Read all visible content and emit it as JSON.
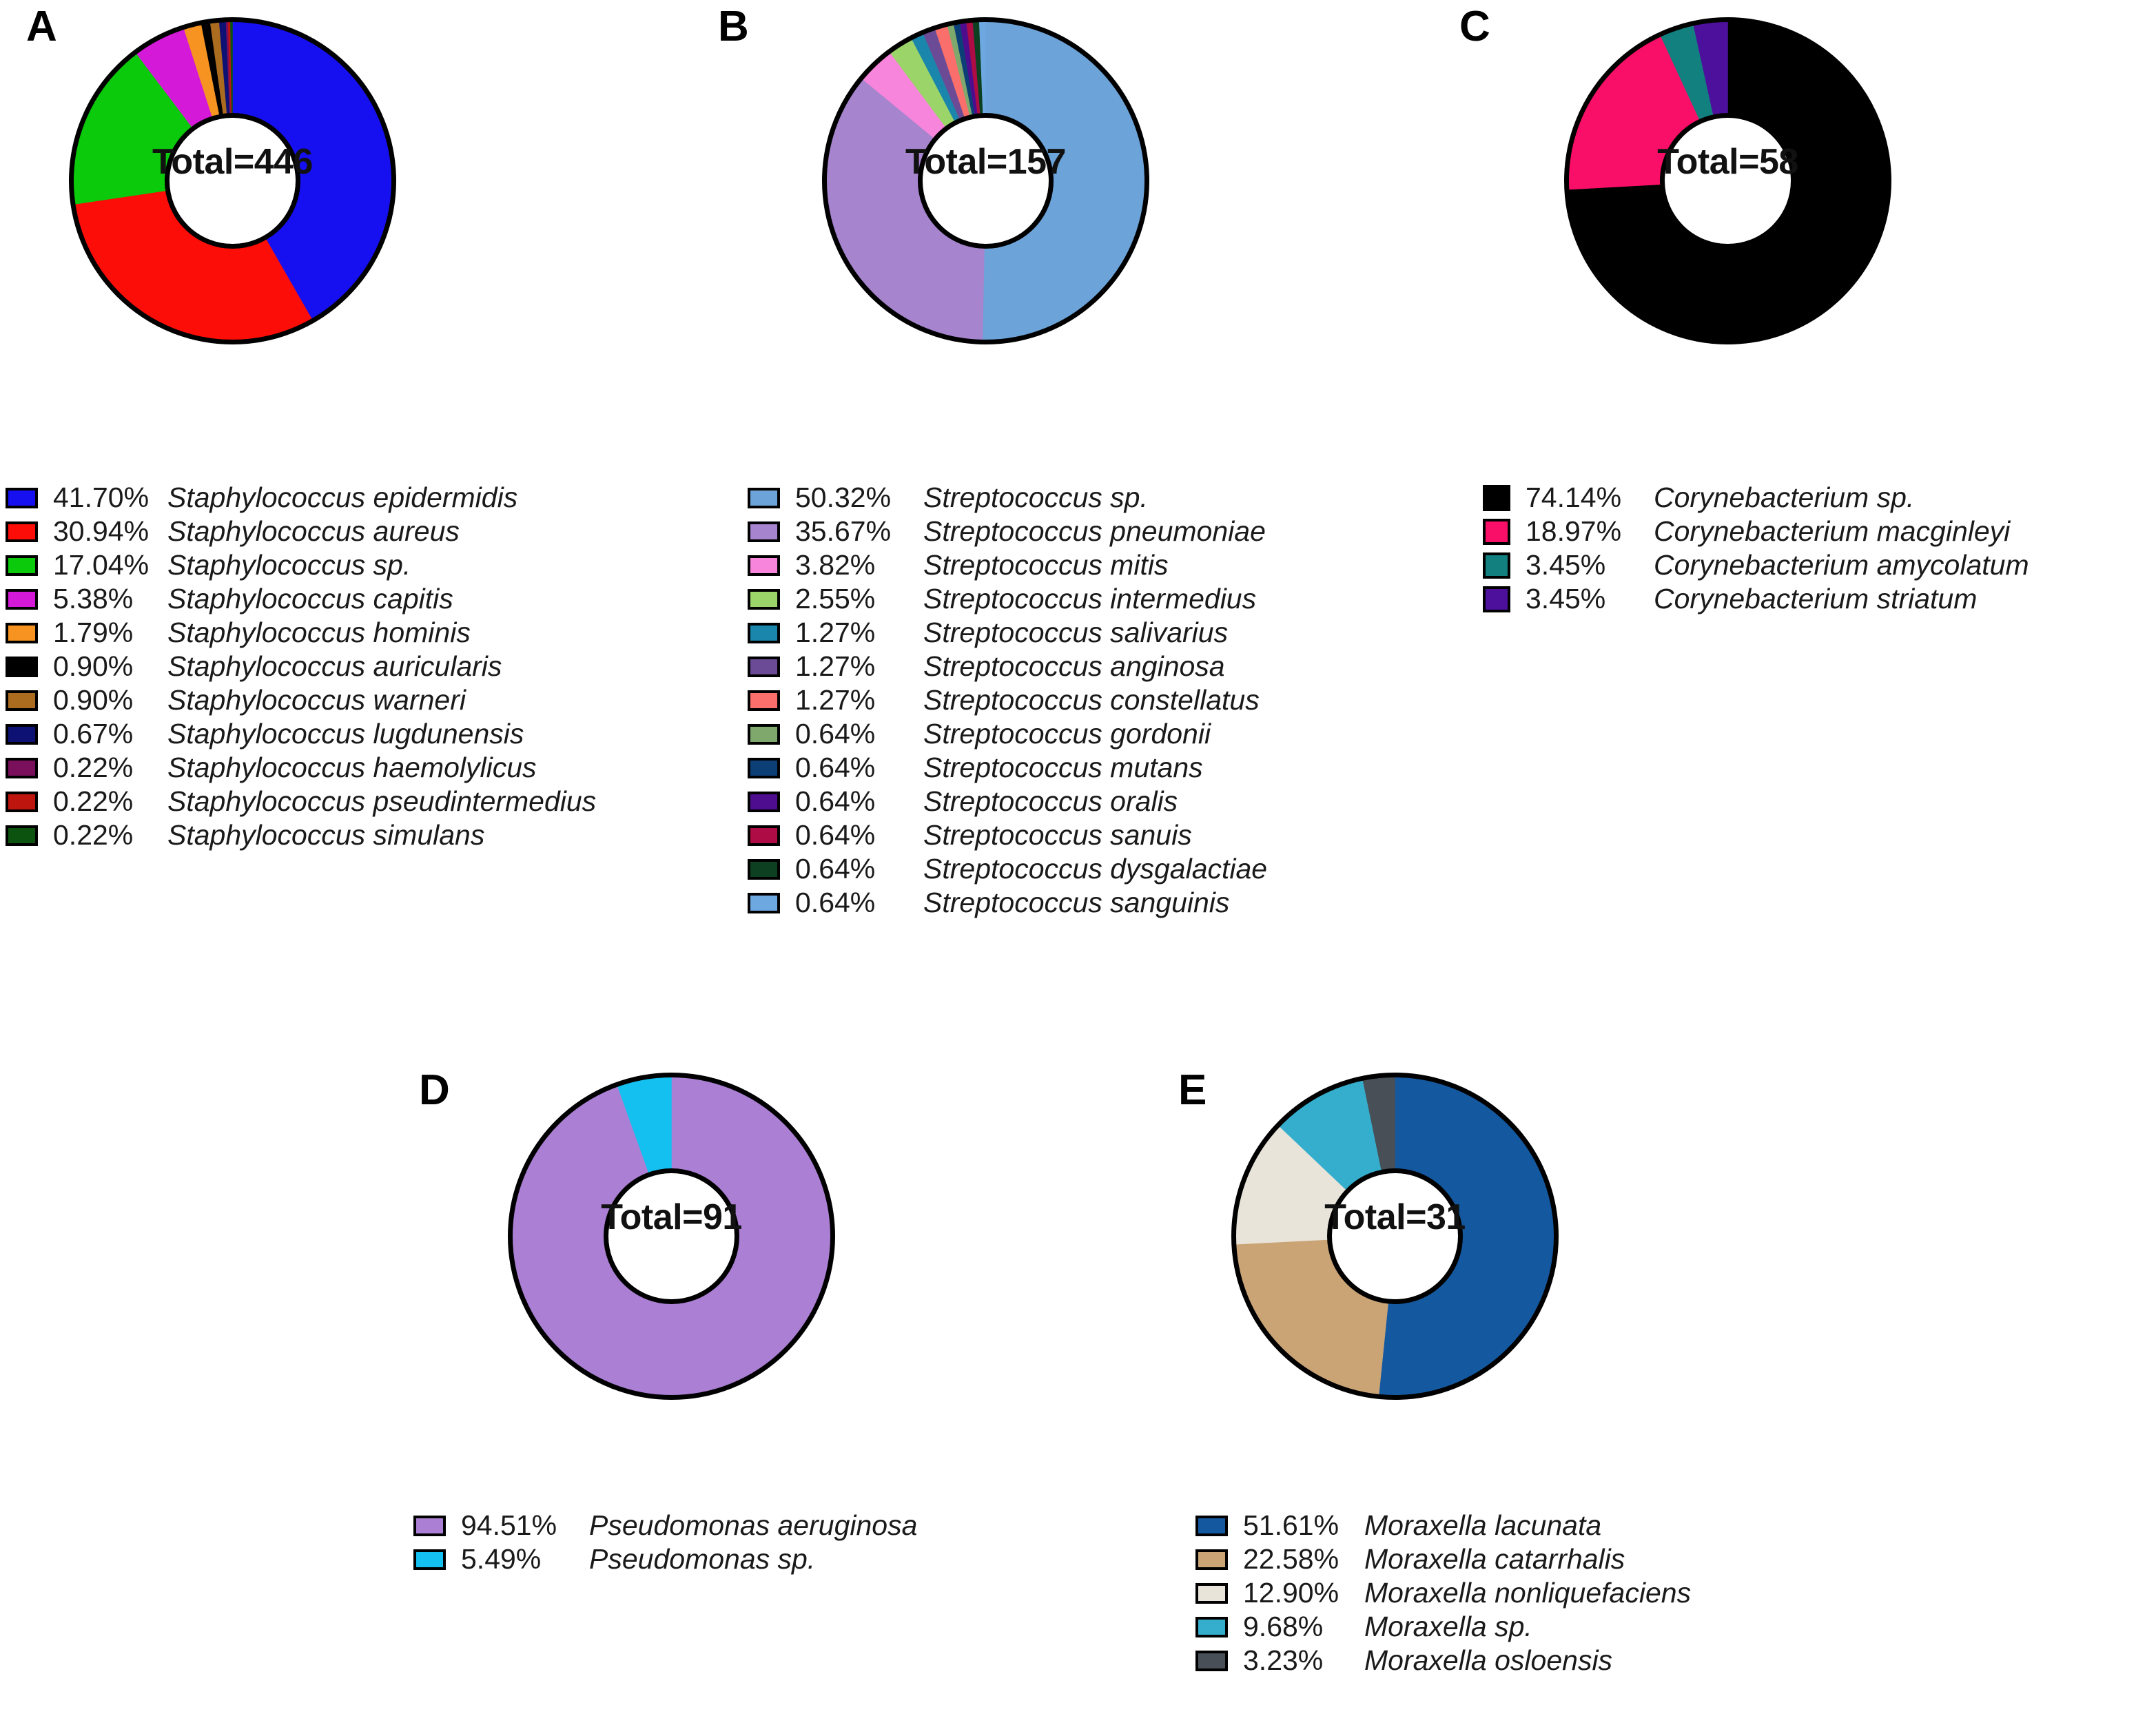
{
  "figure": {
    "background": "#ffffff",
    "donut_outline": "#000000",
    "donut_hole_fill": "#ffffff"
  },
  "chart_data": [
    {
      "id": "A",
      "type": "pie",
      "panel_label": "A",
      "center_label": "Total=446",
      "total": 446,
      "title": "",
      "legend_position": "below",
      "categories": [
        "Staphylococcus epidermidis",
        "Staphylococcus aureus",
        "Staphylococcus sp.",
        "Staphylococcus capitis",
        "Staphylococcus hominis",
        "Staphylococcus auricularis",
        "Staphylococcus warneri",
        "Staphylococcus lugdunensis",
        "Staphylococcus haemolylicus",
        "Staphylococcus pseudintermedius",
        "Staphylococcus simulans"
      ],
      "values": [
        41.7,
        30.94,
        17.04,
        5.38,
        1.79,
        0.9,
        0.9,
        0.67,
        0.22,
        0.22,
        0.22
      ],
      "percent_labels": [
        "41.70%",
        "30.94%",
        "17.04%",
        "5.38%",
        "1.79%",
        "0.90%",
        "0.90%",
        "0.67%",
        "0.22%",
        "0.22%",
        "0.22%"
      ],
      "colors": [
        "#1610f0",
        "#fc0d08",
        "#0bc90b",
        "#d41ad8",
        "#f79320",
        "#000000",
        "#ac6c20",
        "#0d1173",
        "#7a0f5c",
        "#bf150f",
        "#0d5310"
      ]
    },
    {
      "id": "B",
      "type": "pie",
      "panel_label": "B",
      "center_label": "Total=157",
      "total": 157,
      "title": "",
      "legend_position": "below",
      "categories": [
        "Streptococcus sp.",
        "Streptococcus pneumoniae",
        "Streptococcus mitis",
        "Streptococcus intermedius",
        "Streptococcus salivarius",
        "Streptococcus anginosa",
        "Streptococcus constellatus",
        "Streptococcus gordonii",
        "Streptococcus mutans",
        "Streptococcus oralis",
        "Streptococcus sanuis",
        "Streptococcus dysgalactiae",
        "Streptococcus sanguinis"
      ],
      "values": [
        50.32,
        35.67,
        3.82,
        2.55,
        1.27,
        1.27,
        1.27,
        0.64,
        0.64,
        0.64,
        0.64,
        0.64,
        0.64
      ],
      "percent_labels": [
        "50.32%",
        "35.67%",
        "3.82%",
        "2.55%",
        "1.27%",
        "1.27%",
        "1.27%",
        "0.64%",
        "0.64%",
        "0.64%",
        "0.64%",
        "0.64%",
        "0.64%"
      ],
      "colors": [
        "#6ca3d8",
        "#a684ce",
        "#f785db",
        "#9bd468",
        "#1a86ab",
        "#6b4b96",
        "#fa6f6b",
        "#7fa96c",
        "#0d3f77",
        "#4e0d8f",
        "#ad0c45",
        "#0c4021",
        "#6ea8e0"
      ]
    },
    {
      "id": "C",
      "type": "pie",
      "panel_label": "C",
      "center_label": "Total=58",
      "total": 58,
      "title": "",
      "legend_position": "below",
      "categories": [
        "Corynebacterium sp.",
        "Corynebacterium macginleyi",
        "Corynebacterium amycolatum",
        "Corynebacterium striatum"
      ],
      "values": [
        74.14,
        18.97,
        3.45,
        3.45
      ],
      "percent_labels": [
        "74.14%",
        "18.97%",
        "3.45%",
        "3.45%"
      ],
      "colors": [
        "#000000",
        "#fa0f68",
        "#12807e",
        "#4d109c"
      ]
    },
    {
      "id": "D",
      "type": "pie",
      "panel_label": "D",
      "center_label": "Total=91",
      "total": 91,
      "title": "",
      "legend_position": "below",
      "categories": [
        "Pseudomonas aeruginosa",
        "Pseudomonas  sp."
      ],
      "values": [
        94.51,
        5.49
      ],
      "percent_labels": [
        "94.51%",
        "5.49%"
      ],
      "colors": [
        "#ab80d4",
        "#14c0ef"
      ]
    },
    {
      "id": "E",
      "type": "pie",
      "panel_label": "E",
      "center_label": "Total=31",
      "total": 31,
      "title": "",
      "legend_position": "below",
      "categories": [
        "Moraxella lacunata",
        "Moraxella catarrhalis",
        "Moraxella nonliquefaciens",
        "Moraxella sp.",
        "Moraxella osloensis"
      ],
      "values": [
        51.61,
        22.58,
        12.9,
        9.68,
        3.23
      ],
      "percent_labels": [
        "51.61%",
        "22.58%",
        "12.90%",
        "9.68%",
        "3.23%"
      ],
      "colors": [
        "#14599f",
        "#cba476",
        "#e8e4da",
        "#35aecd",
        "#484f56"
      ]
    }
  ]
}
